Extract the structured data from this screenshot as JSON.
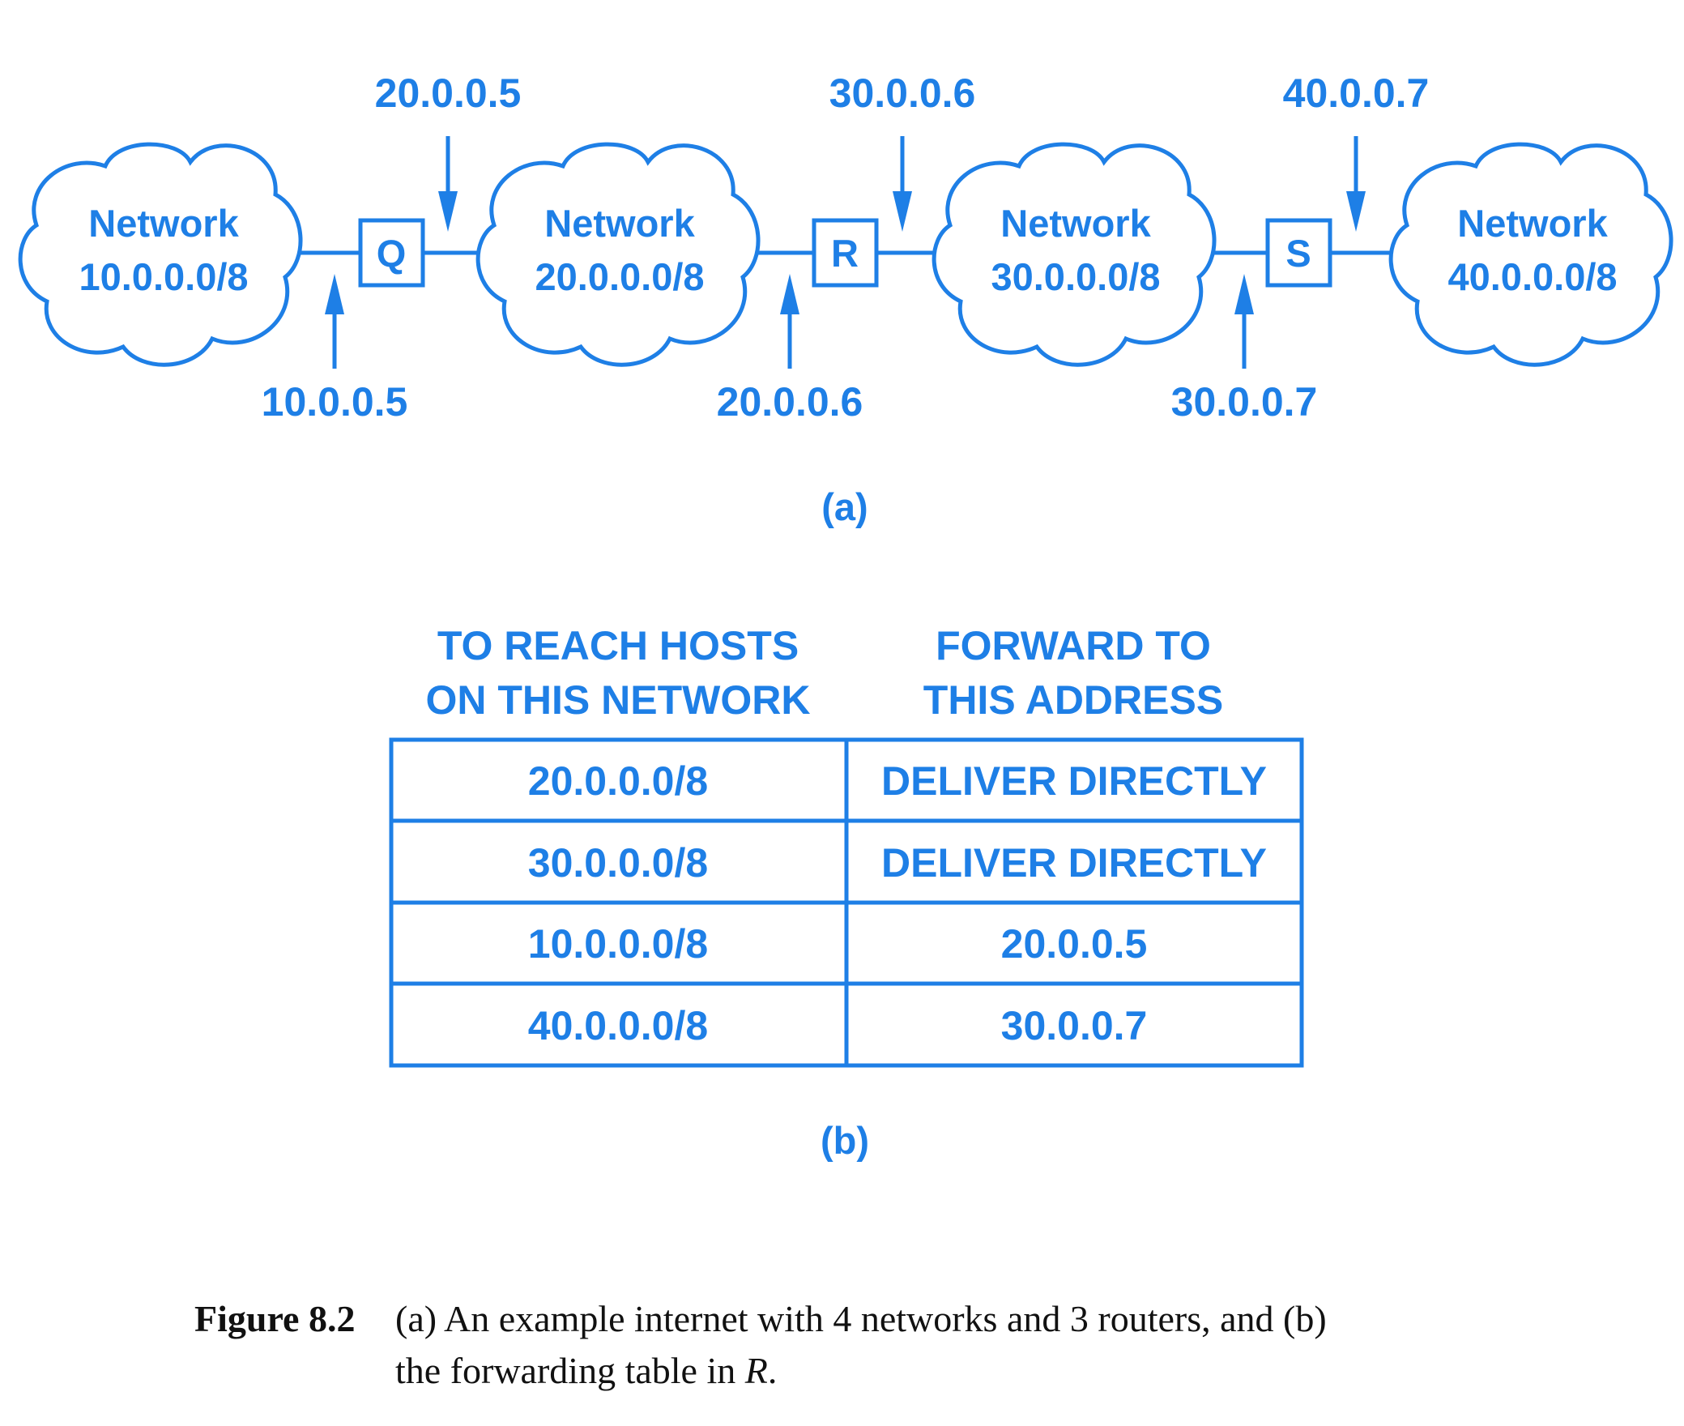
{
  "colors": {
    "accent": "#1e7fe6",
    "caption_text": "#111111"
  },
  "panel_a": {
    "label": "(a)",
    "networks": [
      {
        "name": "Network",
        "cidr": "10.0.0.0/8"
      },
      {
        "name": "Network",
        "cidr": "20.0.0.0/8"
      },
      {
        "name": "Network",
        "cidr": "30.0.0.0/8"
      },
      {
        "name": "Network",
        "cidr": "40.0.0.0/8"
      }
    ],
    "routers": [
      {
        "name": "Q",
        "top_address": "20.0.0.5",
        "bottom_address": "10.0.0.5"
      },
      {
        "name": "R",
        "top_address": "30.0.0.6",
        "bottom_address": "20.0.0.6"
      },
      {
        "name": "S",
        "top_address": "40.0.0.7",
        "bottom_address": "30.0.0.7"
      }
    ]
  },
  "panel_b": {
    "label": "(b)",
    "headers": [
      {
        "line1": "TO REACH HOSTS",
        "line2": "ON THIS NETWORK"
      },
      {
        "line1": "FORWARD TO",
        "line2": "THIS ADDRESS"
      }
    ],
    "rows": [
      [
        "20.0.0.0/8",
        "DELIVER DIRECTLY"
      ],
      [
        "30.0.0.0/8",
        "DELIVER DIRECTLY"
      ],
      [
        "10.0.0.0/8",
        "20.0.0.5"
      ],
      [
        "40.0.0.0/8",
        "30.0.0.7"
      ]
    ]
  },
  "caption": {
    "figure_label": "Figure 8.2",
    "line1": "(a) An example internet with 4 networks and 3 routers, and (b)",
    "line2_prefix": "the forwarding table in ",
    "line2_router": "R",
    "line2_suffix": "."
  }
}
